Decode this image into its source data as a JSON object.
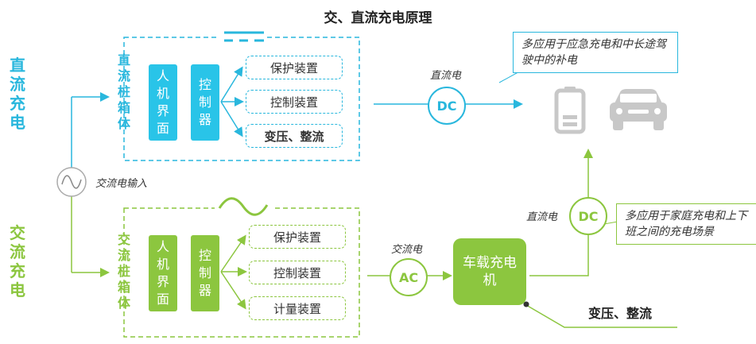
{
  "title": "交、直流充电原理",
  "dc_side_label": "直流充电",
  "ac_side_label": "交流充电",
  "dc_pile": {
    "box_label": "直流桩箱体",
    "hmi": "人机界面",
    "controller": "控制器",
    "devices": [
      "保护装置",
      "控制装置",
      "变压、整流"
    ]
  },
  "ac_pile": {
    "box_label": "交流桩箱体",
    "hmi": "人机界面",
    "controller": "控制器",
    "devices": [
      "保护装置",
      "控制装置",
      "计量装置"
    ]
  },
  "ac_input_label": "交流电输入",
  "dc_wire_label": "直流电",
  "dc_circle": "DC",
  "ac_wire_label": "交流电",
  "ac_circle": "AC",
  "onboard_charger": "车载充电机",
  "dc_wire_label_2": "直流电",
  "dc_circle_2": "DC",
  "dc_callout": "多应用于应急充电和中长途驾驶中的补电",
  "ac_callout": "多应用于家庭充电和上下班之间的充电场景",
  "bottom_label": "变压、整流",
  "colors": {
    "dc": "#29b7dd",
    "ac": "#8cc63f",
    "icon_gray": "#c8c8c8"
  }
}
